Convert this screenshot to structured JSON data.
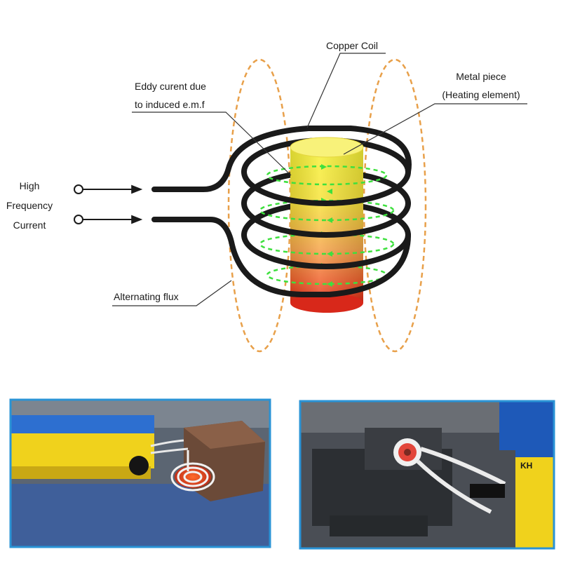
{
  "labels": {
    "copper_coil": "Copper Coil",
    "eddy_line1": "Eddy curent due",
    "eddy_line2": "to induced e.m.f",
    "metal_line1": "Metal piece",
    "metal_line2": "(Heating element)",
    "source_line1": "High",
    "source_line2": "Frequency",
    "source_line3": "Current",
    "flux": "Alternating flux"
  },
  "photos": {
    "right_badge": "KH"
  },
  "colors": {
    "coil": "#1a1a1a",
    "flux": "#e8a04a",
    "eddy": "#3ee03e",
    "frame": "#2a93d5",
    "metal_top": "#f5ef3a",
    "metal_bottom": "#e8301c"
  }
}
